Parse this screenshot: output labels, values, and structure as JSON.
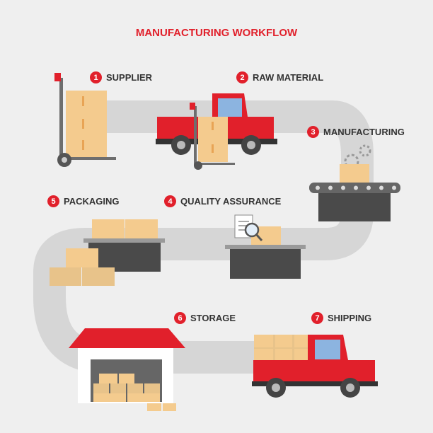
{
  "title": "MANUFACTURING WORKFLOW",
  "colors": {
    "accent": "#e1202b",
    "path": "#d6d6d6",
    "box": "#f4cb8e",
    "dark": "#4a4a4a",
    "background": "#efefef"
  },
  "steps": [
    {
      "num": "1",
      "label": "SUPPLIER",
      "icon": "hand-truck-icon"
    },
    {
      "num": "2",
      "label": "RAW MATERIAL",
      "icon": "truck-icon"
    },
    {
      "num": "3",
      "label": "MANUFACTURING",
      "icon": "conveyor-icon"
    },
    {
      "num": "4",
      "label": "QUALITY ASSURANCE",
      "icon": "inspection-icon"
    },
    {
      "num": "5",
      "label": "PACKAGING",
      "icon": "packing-table-icon"
    },
    {
      "num": "6",
      "label": "STORAGE",
      "icon": "warehouse-icon"
    },
    {
      "num": "7",
      "label": "SHIPPING",
      "icon": "delivery-truck-icon"
    }
  ]
}
